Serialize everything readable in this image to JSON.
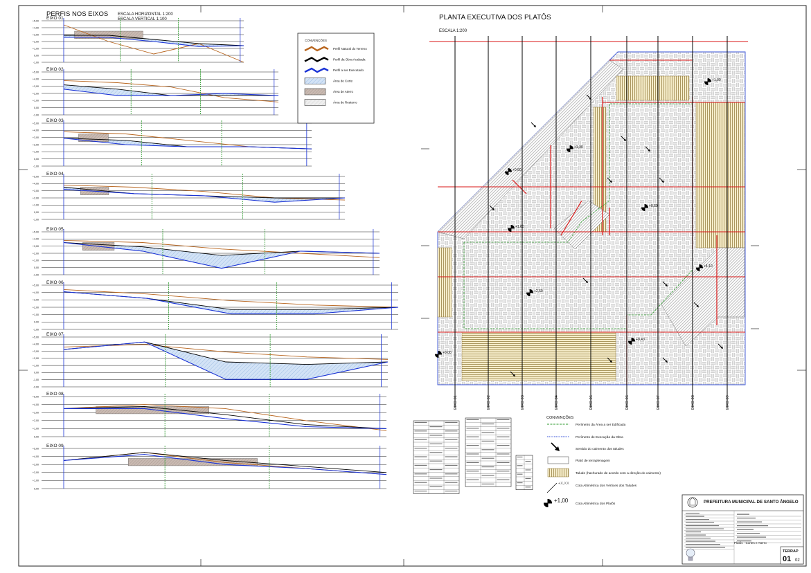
{
  "profiles_section": {
    "title": "PERFIS NOS EIXOS",
    "scale_h": "ESCALA HORIZONTAL 1:200",
    "scale_v": "ESCALA VERTICAL 1:100"
  },
  "profiles": [
    {
      "label": "EIXO 01",
      "ticks": [
        "+5,00",
        "+4,00",
        "+3,00",
        "+2,00",
        "+1,00",
        "0,00",
        "-1,00"
      ]
    },
    {
      "label": "EIXO 02",
      "ticks": [
        "+5,00",
        "+4,00",
        "+3,00",
        "+2,00",
        "+1,00",
        "0,00",
        "-1,00"
      ]
    },
    {
      "label": "EIXO 03",
      "ticks": [
        "+5,00",
        "+4,00",
        "+3,00",
        "+2,00",
        "+1,00",
        "0,00",
        "-1,00"
      ]
    },
    {
      "label": "EIXO 04",
      "ticks": [
        "+5,00",
        "+4,00",
        "+3,00",
        "+2,00",
        "+1,00",
        "0,00",
        "-1,00"
      ]
    },
    {
      "label": "EIXO 05",
      "ticks": [
        "+5,00",
        "+4,00",
        "+3,00",
        "+2,00",
        "+1,00",
        "0,00",
        "-1,00"
      ]
    },
    {
      "label": "EIXO 06",
      "ticks": [
        "+5,00",
        "+4,00",
        "+3,00",
        "+2,00",
        "+1,00",
        "0,00",
        "-1,00"
      ]
    },
    {
      "label": "EIXO 07",
      "ticks": [
        "+5,00",
        "+4,00",
        "+3,00",
        "+2,00",
        "+1,00",
        "0,00",
        "-1,00",
        "-2,00"
      ]
    },
    {
      "label": "EIXO 08",
      "ticks": [
        "+5,00",
        "+4,00",
        "+3,00",
        "+2,00",
        "+1,00",
        "0,00"
      ]
    },
    {
      "label": "EIXO 09",
      "ticks": [
        "+5,00",
        "+4,00",
        "+3,00",
        "+2,00",
        "+1,00",
        "0,00"
      ]
    }
  ],
  "profile_legend": {
    "title": "CONVENÇÕES",
    "items": [
      {
        "label": "Perfil Natural do Terreno",
        "color": "#b8651e"
      },
      {
        "label": "Perfil da Obra Acabada",
        "color": "#000000"
      },
      {
        "label": "Perfil a ser Executado",
        "color": "#1a33d6"
      },
      {
        "label": "Área de Corte",
        "color": "#bcd4f0"
      },
      {
        "label": "Área de Aterro",
        "color": "#b8a8a0"
      },
      {
        "label": "Área de Reaterro",
        "color": "#dddddd"
      }
    ]
  },
  "plan": {
    "title": "PLANTA EXECUTIVA DOS PLATÔS",
    "scale": "ESCALA 1:200",
    "axes": [
      "EIXO 01",
      "EIXO 02",
      "EIXO 03",
      "EIXO 04",
      "EIXO 05",
      "EIXO 06",
      "EIXO 07",
      "EIXO 08",
      "EIXO 09"
    ],
    "elevations": [
      "+1,00",
      "+0,00",
      "+0,60",
      "+1,30",
      "+0,60",
      "+1,60",
      "+2,60",
      "+4,10",
      "+0,40"
    ]
  },
  "plan_legend": {
    "title": "CONVENÇÕES",
    "items": [
      {
        "label": "Perímetro da Área a ser Edificada",
        "color": "#2e9a2e"
      },
      {
        "label": "Perímetro de Execução da Obra",
        "color": "#3a55d9"
      },
      {
        "label": "Sentido do caimento dos taludes",
        "color": "#000000"
      },
      {
        "label": "Platô de terraplenagem",
        "color": "#888888"
      },
      {
        "label": "Talude (hachurado de acordo com a direção do caimento)",
        "color": "#c9a94a"
      },
      {
        "label": "Cota Altimétrica dos Vértices dos Taludes",
        "color": "#000000"
      },
      {
        "label": "Cota Altimétrica dos Platôs",
        "color": "#000000"
      }
    ],
    "cota_symbol_value": "+1,00",
    "vertex_symbol_value": "+X,XX"
  },
  "title_block": {
    "org": "PREFEITURA MUNICIPAL DE SANTO ÂNGELO",
    "subtitle": "Platôs - Cortes e Aterro",
    "sheet_code": "TERRAP",
    "sheet_number": "01",
    "sheet_total": "02"
  },
  "colors": {
    "natural": "#b8651e",
    "finished": "#000000",
    "executed": "#1a33d6",
    "cut": "#c6dbf3",
    "fill": "#c8b7ad",
    "red": "#d91515",
    "green": "#2e9a2e",
    "talude": "#c9a94a"
  }
}
